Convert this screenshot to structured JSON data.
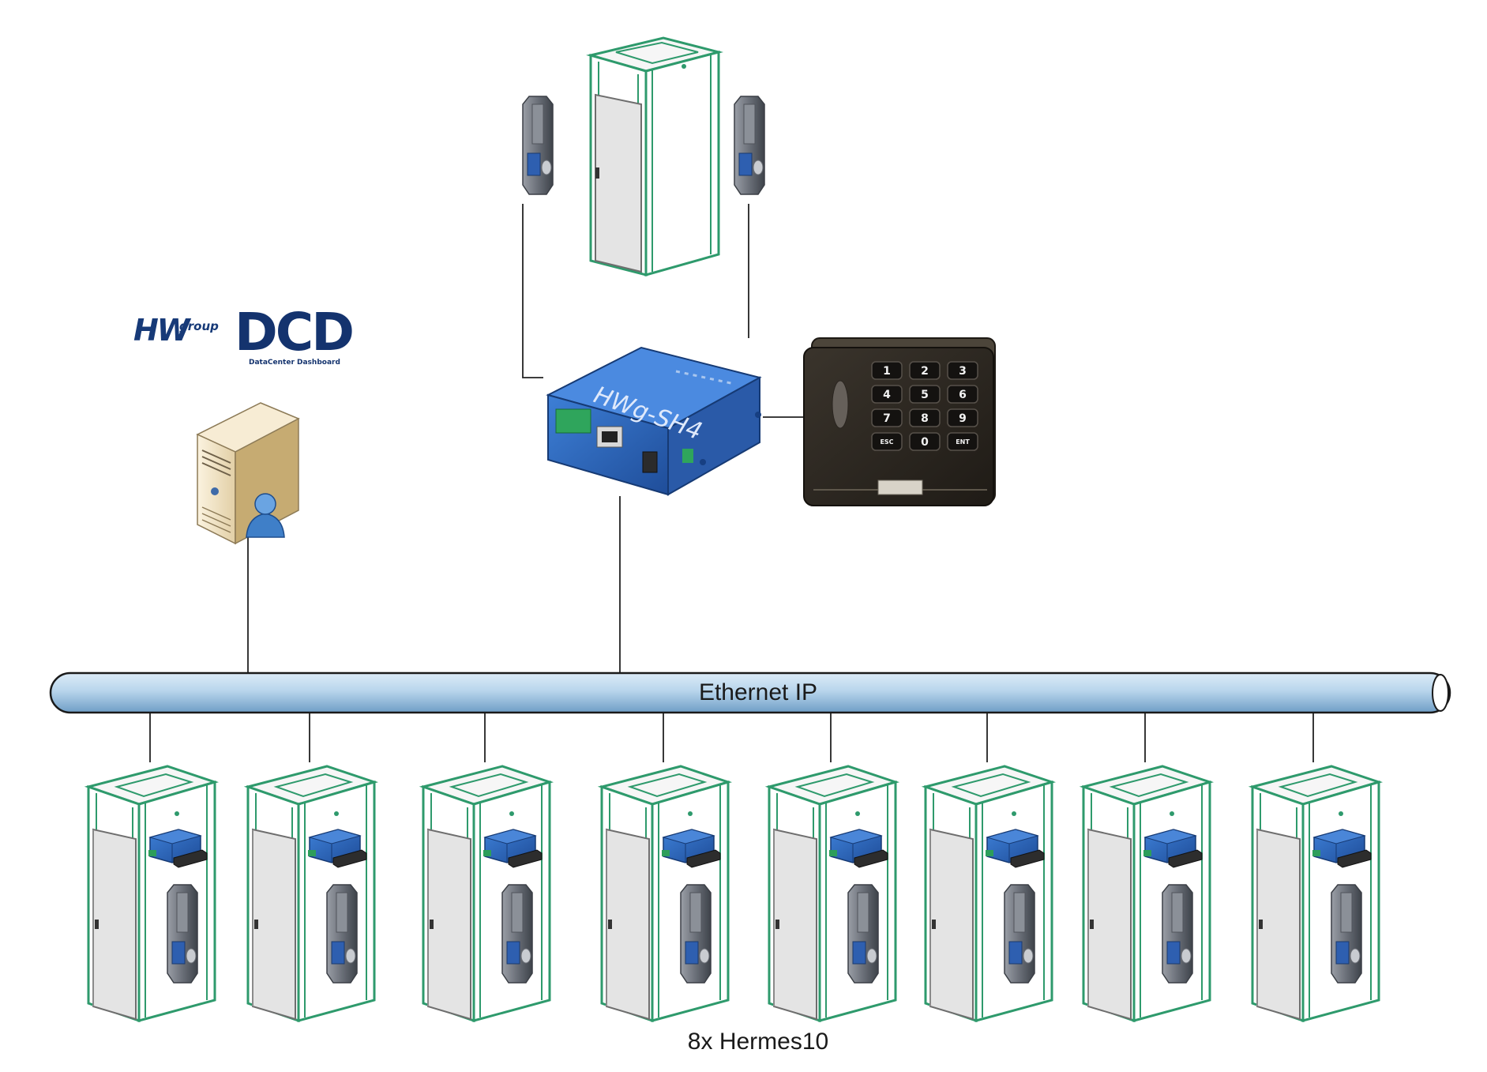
{
  "logo": {
    "brand": "HW",
    "group": "group",
    "product": "DCD",
    "subtitle": "DataCenter Dashboard"
  },
  "bus_label": "Ethernet IP",
  "controller_label": "HWg-SH4",
  "keypad": {
    "keys": [
      "1",
      "2",
      "3",
      "4",
      "5",
      "6",
      "7",
      "8",
      "9",
      "ESC",
      "0",
      "ENT"
    ]
  },
  "bottom_label": "8x Hermes10",
  "colors": {
    "rack_frame": "#2e9a6c",
    "rack_door": "#e4e4e4",
    "bus_fill": "#a9cbe6",
    "device_blue": "#2f64b3",
    "keypad": "#2b2620"
  },
  "icons": [
    "server-icon",
    "user-icon",
    "handle-icon",
    "rack-icon",
    "controller-icon",
    "keypad-icon"
  ]
}
